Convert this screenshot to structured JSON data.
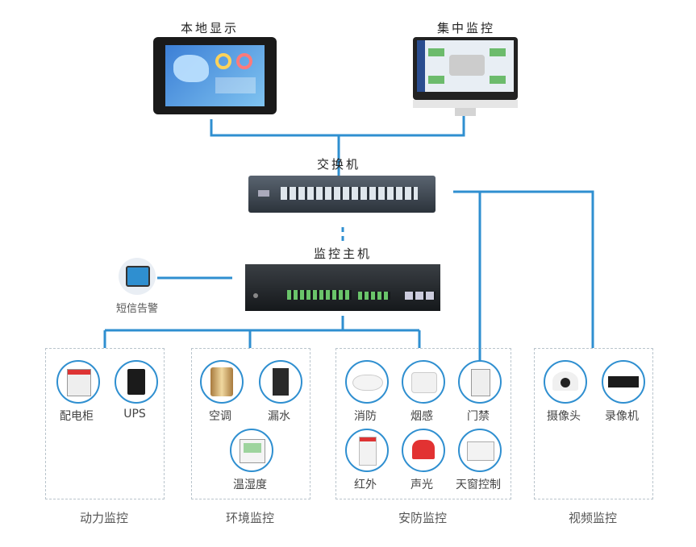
{
  "top": {
    "local_display": "本地显示",
    "central_monitor": "集中监控",
    "switch": "交换机",
    "host": "监控主机",
    "sms_alarm": "短信告警"
  },
  "groups": [
    {
      "title": "动力监控",
      "devices": [
        "配电柜",
        "UPS"
      ]
    },
    {
      "title": "环境监控",
      "devices": [
        "空调",
        "漏水",
        "温湿度"
      ]
    },
    {
      "title": "安防监控",
      "devices": [
        "消防",
        "烟感",
        "门禁",
        "红外",
        "声光",
        "天窗控制"
      ]
    },
    {
      "title": "视频监控",
      "devices": [
        "摄像头",
        "录像机"
      ]
    }
  ],
  "colors": {
    "line": "#2f8fd0",
    "dashed": "#b9c4cc"
  }
}
